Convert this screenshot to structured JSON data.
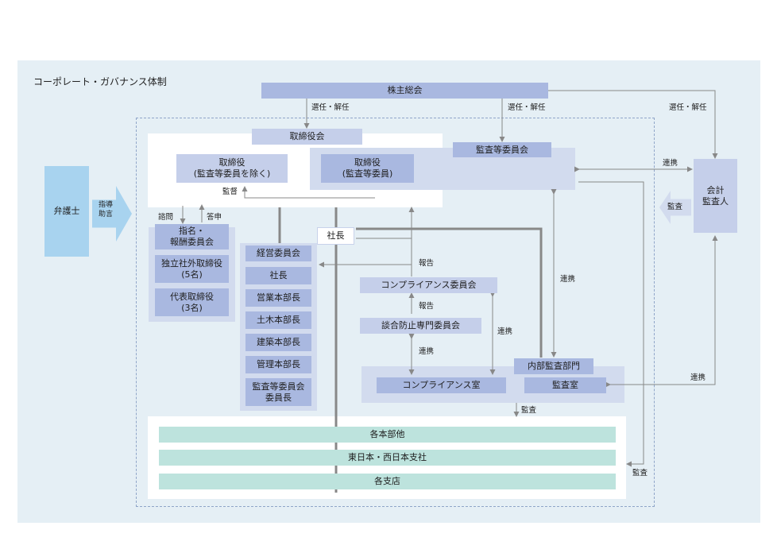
{
  "title": "コーポレート・ガバナンス体制",
  "nodes": {
    "shareholders": "株主総会",
    "board": "取締役会",
    "directors_excl": "取締役\n(監査等委員を除く)",
    "directors_audit": "取締役\n(監査等委員)",
    "audit_committee": "監査等委員会",
    "accounting_auditor": "会計\n監査人",
    "lawyer": "弁護士",
    "nomination": "指名・\n報酬委員会",
    "outside_directors": "独立社外取締役\n(5名)",
    "rep_directors": "代表取締役\n(3名)",
    "president_top": "社長",
    "management_committee": "経営委員会",
    "president": "社長",
    "sales_hq": "営業本部長",
    "civil_hq": "土木本部長",
    "building_hq": "建築本部長",
    "admin_hq": "管理本部長",
    "audit_committee_chair": "監査等委員会\n委員長",
    "compliance_committee": "コンプライアンス委員会",
    "antitrust_committee": "談合防止専門委員会",
    "internal_audit_dept": "内部監査部門",
    "compliance_office": "コンプライアンス室",
    "audit_office": "監査室",
    "each_hq": "各本部他",
    "east_west": "東日本・西日本支社",
    "branches": "各支店"
  },
  "labels": {
    "elect1": "選任・解任",
    "elect2": "選任・解任",
    "elect3": "選任・解任",
    "coop1": "連携",
    "coop2": "連携",
    "coop3": "連携",
    "coop4": "連携",
    "coop5": "連携",
    "supervise": "監督",
    "consult": "諮問",
    "answer": "答申",
    "guidance": "指導\n助言",
    "audit_ext": "監査",
    "report1": "報告",
    "report2": "報告",
    "audit_down": "監査",
    "audit_right": "監査"
  },
  "colors": {
    "panel": "#e5eff5",
    "box_primary": "#bfc9e6",
    "box_dark": "#a9b8e0",
    "box_light": "#d2dbee",
    "teal": "#bde3dd",
    "lawyer": "#a8d3ef",
    "arrow": "#888888",
    "dashed_border": "#8fa5c8"
  }
}
